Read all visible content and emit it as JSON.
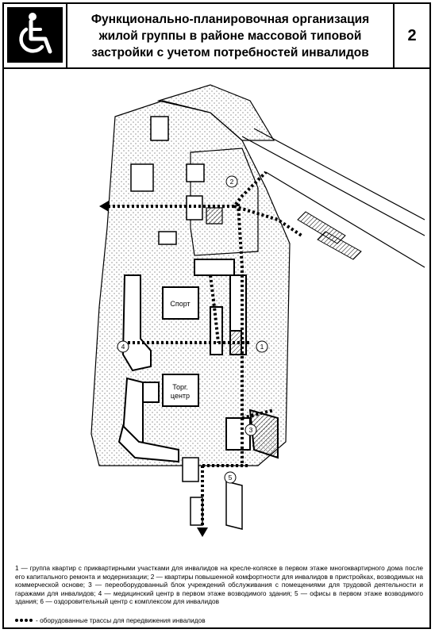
{
  "header": {
    "title_lines": [
      "Функционально-планировочная организация",
      "жилой группы в районе массовой типовой",
      "застройки с учетом потребностей инвалидов"
    ],
    "sheet_number": "2"
  },
  "plan": {
    "labels": {
      "sport": "Спорт",
      "trade_line1": "Торг.",
      "trade_line2": "центр"
    },
    "markers": [
      "1",
      "2",
      "3",
      "4",
      "5"
    ]
  },
  "caption": "1 — группа квартир с приквартирными участками для инвалидов на кресле-коляске в первом этаже многоквартирного дома после его капитального ремонта и модернизации; 2 — квартиры повышенной комфортности для инвалидов в пристройках, возводимых на коммерческой основе; 3 — переоборудованный блок учреждений обслуживания с помещениями для трудовой деятельности и гаражами для инвалидов; 4 — медицинский центр в первом этаже возводимого здания; 5 — офисы в первом этаже возводимого здания; 6 — оздоровительный центр с комплексом для инвалидов",
  "legend": {
    "text": "- оборудованные трассы для передвижения инвалидов"
  },
  "icons": [
    "wheelchair-icon"
  ]
}
